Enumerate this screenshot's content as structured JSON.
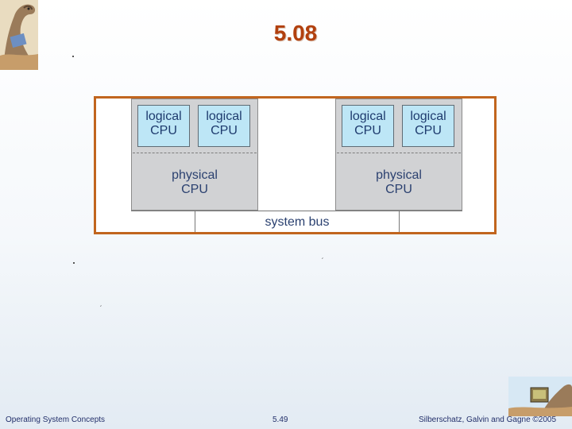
{
  "slide": {
    "title": "5.08"
  },
  "diagram": {
    "processors": [
      {
        "logical": [
          {
            "line1": "logical",
            "line2": "CPU"
          },
          {
            "line1": "logical",
            "line2": "CPU"
          }
        ],
        "physical": {
          "line1": "physical",
          "line2": "CPU"
        }
      },
      {
        "logical": [
          {
            "line1": "logical",
            "line2": "CPU"
          },
          {
            "line1": "logical",
            "line2": "CPU"
          }
        ],
        "physical": {
          "line1": "physical",
          "line2": "CPU"
        }
      }
    ],
    "bus_label": "system bus"
  },
  "footer": {
    "left": "Operating System Concepts",
    "center": "5.49",
    "right": "Silberschatz, Galvin and Gagne ©2005"
  },
  "colors": {
    "title": "#b2400e",
    "frame": "#c1651e",
    "logical_fill": "#bde6f6",
    "physical_fill": "#d1d2d4",
    "text": "#2b4170"
  },
  "icons": {
    "top_left": "dinosaur-reading-logo",
    "bottom_right": "dinosaur-computer-logo"
  }
}
